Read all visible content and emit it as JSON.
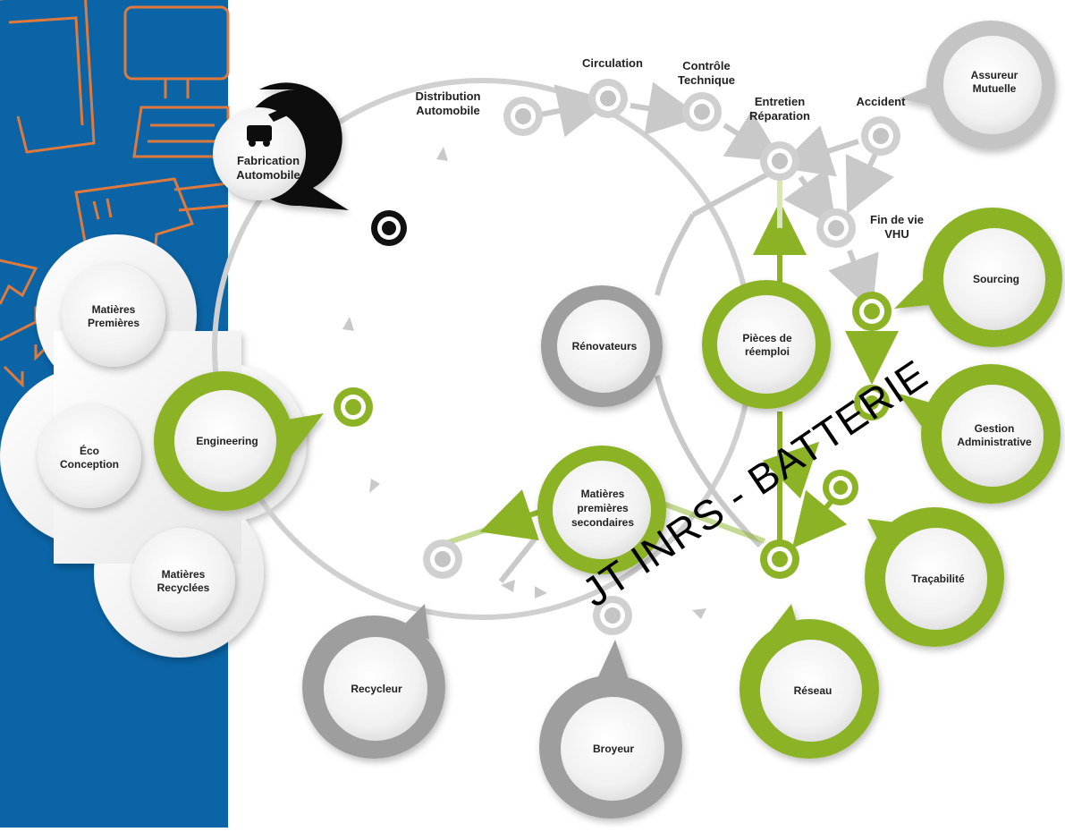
{
  "colors": {
    "blue": "#0b64a6",
    "orange_icons": "#e07a3c",
    "green": "#8cb326",
    "gray": "#bdbdbd",
    "dark_gray": "#9e9e9e",
    "black": "#111111"
  },
  "icons": [
    "computer-icon",
    "keyboard-icon",
    "drill-icon",
    "recycle-arrows-icon",
    "car-factory-icon"
  ],
  "left_panel": {
    "bubbles": {
      "matieres_premieres": [
        "Matières",
        "Premières"
      ],
      "eco_conception": [
        "Éco",
        "Conception"
      ],
      "engineering": [
        "Engineering"
      ],
      "matieres_recyclees": [
        "Matières",
        "Recyclées"
      ]
    }
  },
  "stages": {
    "distribution": [
      "Distribution",
      "Automobile"
    ],
    "circulation": [
      "Circulation"
    ],
    "controle": [
      "Contrôle",
      "Technique"
    ],
    "entretien": [
      "Entretien",
      "Réparation"
    ],
    "accident": [
      "Accident"
    ],
    "fin_de_vie": [
      "Fin de vie",
      "VHU"
    ]
  },
  "actors": {
    "fabrication": [
      "Fabrication",
      "Automobile"
    ],
    "assureur": [
      "Assureur",
      "Mutuelle"
    ],
    "sourcing": [
      "Sourcing"
    ],
    "gestion": [
      "Gestion",
      "Administrative"
    ],
    "tracabilite": [
      "Traçabilité"
    ],
    "reseau": [
      "Réseau"
    ],
    "renovateurs": [
      "Rénovateurs"
    ],
    "pieces": [
      "Pièces de",
      "réemploi"
    ],
    "mps": [
      "Matières",
      "premières",
      "secondaires"
    ],
    "recycleur": [
      "Recycleur"
    ],
    "broyeur": [
      "Broyeur"
    ]
  },
  "watermark": "JT INRS - BATTERIE"
}
